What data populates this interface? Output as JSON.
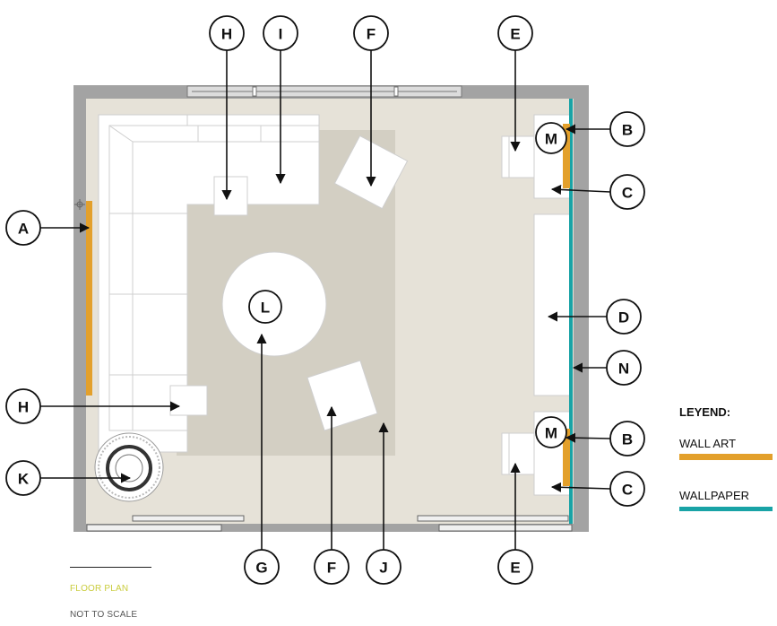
{
  "labels": {
    "A": "A",
    "B": "B",
    "C": "C",
    "D": "D",
    "E": "E",
    "F": "F",
    "G": "G",
    "H": "H",
    "I": "I",
    "J": "J",
    "K": "K",
    "L": "L",
    "M": "M",
    "N": "N"
  },
  "legend": {
    "title": "LEYEND:",
    "items": [
      {
        "label": "WALL ART",
        "color": "#e3a02b"
      },
      {
        "label": "WALLPAPER",
        "color": "#19a3a6"
      }
    ]
  },
  "footer": {
    "title": "FLOOR PLAN",
    "subtitle": "NOT TO SCALE"
  },
  "colors": {
    "floor": "#e6e2d8",
    "rug": "#d3cfc3",
    "wall": "#a3a3a3",
    "furniture": "#ffffff",
    "wall_art": "#e3a02b",
    "wallpaper": "#19a3a6"
  }
}
